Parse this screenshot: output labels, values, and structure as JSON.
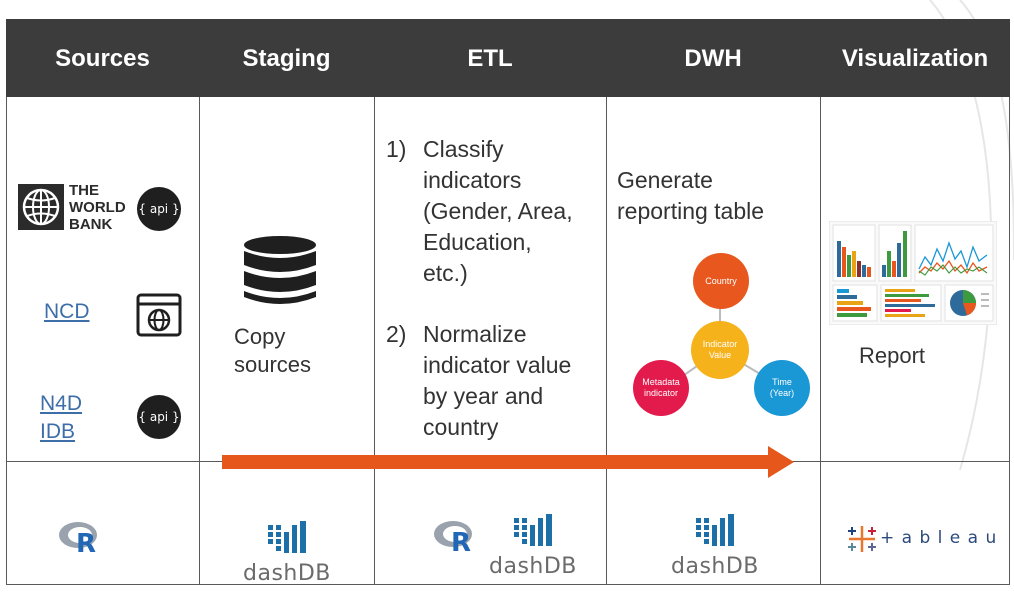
{
  "header": {
    "sources": "Sources",
    "staging": "Staging",
    "etl": "ETL",
    "dwh": "DWH",
    "visualization": "Visualization"
  },
  "sources": {
    "worldbank_line1": "THE",
    "worldbank_line2": "WORLD",
    "worldbank_line3": "BANK",
    "api_label": "{ api }",
    "ncd": "NCD",
    "n4d_line1": "N4D",
    "n4d_line2": "IDB"
  },
  "staging": {
    "copy_line1": "Copy",
    "copy_line2": "sources"
  },
  "etl": {
    "item1_num": "1)",
    "item1_lines": [
      "Classify",
      "indicators",
      "(Gender, Area,",
      "Education,",
      "etc.)"
    ],
    "item2_num": "2)",
    "item2_lines": [
      "Normalize",
      "indicator value",
      "by year and",
      "country"
    ]
  },
  "dwh": {
    "generate_line1": "Generate",
    "generate_line2": "reporting table",
    "node_country": "Country",
    "node_indicator_value_1": "Indicator",
    "node_indicator_value_2": "Value",
    "node_metadata_1": "Metadata",
    "node_metadata_2": "indicator",
    "node_time_1": "Time",
    "node_time_2": "(Year)",
    "colors": {
      "country": "#e8571e",
      "value": "#f6b21b",
      "metadata": "#e31b4c",
      "time": "#1a97d5"
    }
  },
  "visualization": {
    "report": "Report"
  },
  "tools": {
    "r": "R",
    "dashdb": "dashDB",
    "tableau": "+ a b l e a u"
  },
  "colors": {
    "header_bg": "#3c3c3c",
    "arrow": "#e5571a",
    "link": "#3d6ea8",
    "dashdb_blue": "#1d6fa8"
  }
}
